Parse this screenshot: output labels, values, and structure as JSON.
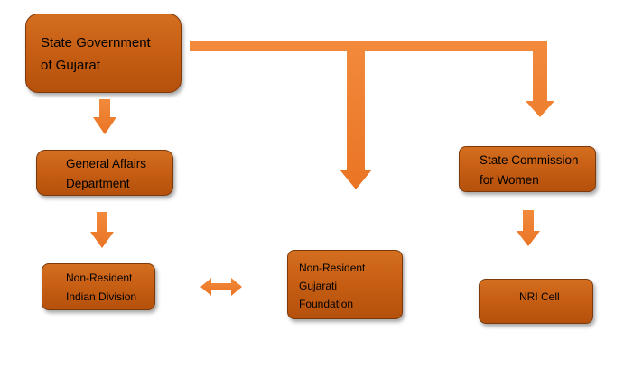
{
  "diagram": {
    "type": "organizational-chart",
    "colors": {
      "box_fill": "#c45c12",
      "box_border": "#7a3a0b",
      "arrow": "#f07f2f",
      "text": "#000000"
    },
    "nodes": [
      {
        "id": "state-government",
        "lines": [
          "State Government",
          "of Gujarat"
        ]
      },
      {
        "id": "general-affairs",
        "lines": [
          "General Affairs",
          "Department"
        ]
      },
      {
        "id": "nri-division",
        "lines": [
          "Non-Resident",
          "Indian Division"
        ]
      },
      {
        "id": "nrg-foundation",
        "lines": [
          "Non-Resident",
          "Gujarati",
          "Foundation"
        ]
      },
      {
        "id": "state-commission",
        "lines": [
          "State Commission",
          "for Women"
        ]
      },
      {
        "id": "nri-cell",
        "lines": [
          "NRI Cell"
        ]
      }
    ],
    "edges": [
      {
        "from": "state-government",
        "to": "general-affairs",
        "direction": "one-way"
      },
      {
        "from": "state-government",
        "to": "nrg-foundation",
        "direction": "one-way"
      },
      {
        "from": "state-government",
        "to": "state-commission",
        "direction": "one-way"
      },
      {
        "from": "general-affairs",
        "to": "nri-division",
        "direction": "one-way"
      },
      {
        "from": "state-commission",
        "to": "nri-cell",
        "direction": "one-way"
      },
      {
        "from": "nri-division",
        "to": "nrg-foundation",
        "direction": "two-way"
      }
    ]
  }
}
